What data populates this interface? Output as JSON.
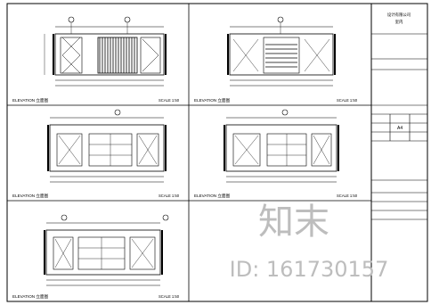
{
  "sheet": {
    "panels": [
      {
        "title": "ELEVATION 立面图",
        "scale": "SCALE 1:50"
      },
      {
        "title": "ELEVATION 立面图",
        "scale": "SCALE 1:50"
      },
      {
        "title": "ELEVATION 立面图",
        "scale": "SCALE 1:50"
      },
      {
        "title": "ELEVATION 立面图",
        "scale": "SCALE 1:50"
      },
      {
        "title": "ELEVATION 立面图",
        "scale": "SCALE 1:50"
      }
    ],
    "title_block": {
      "company": "设计有限公司",
      "sub": "室内",
      "note": "A4"
    }
  },
  "watermark": {
    "logo": "知末",
    "id": "ID: 161730157"
  }
}
